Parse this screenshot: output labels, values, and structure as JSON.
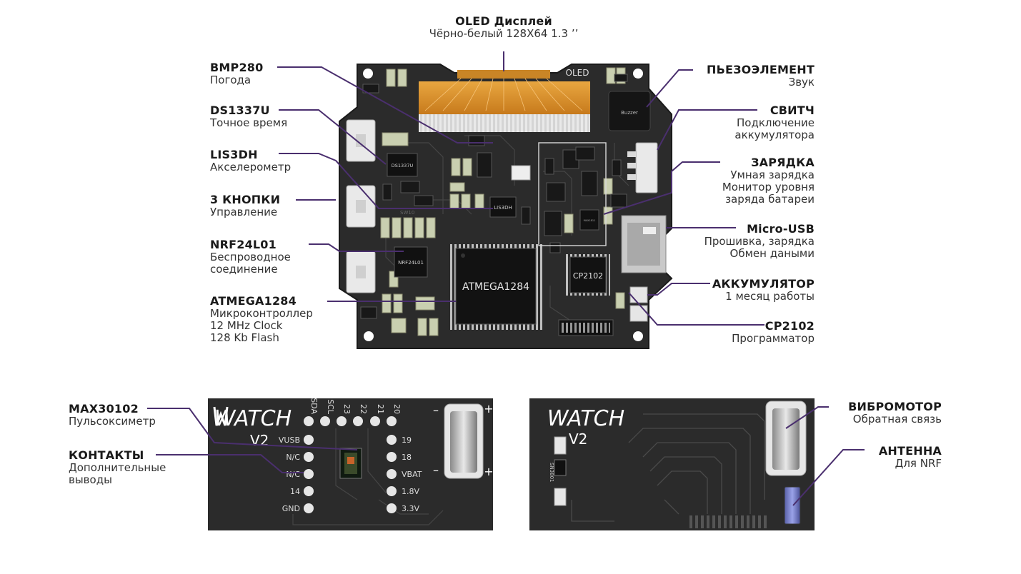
{
  "labels": {
    "oled": {
      "title": "OLED Дисплей",
      "sub": "Чёрно-белый 128X64 1.3 ’’"
    },
    "bmp280": {
      "title": "BMP280",
      "sub": "Погода"
    },
    "ds1337u": {
      "title": "DS1337U",
      "sub": "Точное время"
    },
    "lis3dh": {
      "title": "LIS3DH",
      "sub": "Акселерометр"
    },
    "buttons": {
      "title": "3 КНОПКИ",
      "sub": "Управление"
    },
    "nrf": {
      "title": "NRF24L01",
      "sub": "Беспроводное\nсоединение"
    },
    "atmega": {
      "title": "ATMEGA1284",
      "sub": "Микроконтроллер\n12 MHz Clock\n128 Kb Flash"
    },
    "piezo": {
      "title": "ПЬЕЗОЭЛЕМЕНТ",
      "sub": "Звук"
    },
    "switch": {
      "title": "СВИТЧ",
      "sub": "Подключение\nаккумулятора"
    },
    "charge": {
      "title": "ЗАРЯДКА",
      "sub": "Умная зарядка\nМонитор уровня\nзаряда батареи"
    },
    "usb": {
      "title": "Micro-USB",
      "sub": "Прошивка, зарядка\nОбмен даными"
    },
    "battery": {
      "title": "АККУМУЛЯТОР",
      "sub": "1 месяц работы"
    },
    "cp2102": {
      "title": "CP2102",
      "sub": "Программатор"
    },
    "max30102": {
      "title": "MAX30102",
      "sub": "Пульсоксиметр"
    },
    "contacts": {
      "title": "КОНТАКТЫ",
      "sub": "Дополнительные\nвыводы"
    },
    "vibro": {
      "title": "ВИБРОМОТОР",
      "sub": "Обратная связь"
    },
    "antenna": {
      "title": "АНТЕННА",
      "sub": "Для NRF"
    }
  },
  "board": {
    "oled_silk": "OLED",
    "buzzer": "Buzzer",
    "ds_chip": "DS1337U",
    "lis_chip": "LIS3DH",
    "nrf_chip": "NRF24L01",
    "mcu_chip": "ATMEGA1284",
    "cp_chip": "CP2102",
    "charge_chip": "MAX1811",
    "button_silk": "SW10"
  },
  "front_board": {
    "logo": "WATCH",
    "version": "V2",
    "top_pins": [
      "SDA",
      "SCL",
      "23",
      "22",
      "21",
      "20"
    ],
    "left_pins": [
      "VUSB",
      "N/C",
      "N/C",
      "14",
      "GND"
    ],
    "right_pins": [
      "19",
      "18",
      "VBAT",
      "1.8V",
      "3.3V"
    ],
    "minus": "–",
    "plus": "+"
  },
  "back_board": {
    "logo": "WATCH",
    "version": "V2",
    "silk": "SN3801"
  },
  "colors": {
    "pcb": "#2b2b2b",
    "leader": "#4a2f6e",
    "flex": "#d9902e"
  }
}
